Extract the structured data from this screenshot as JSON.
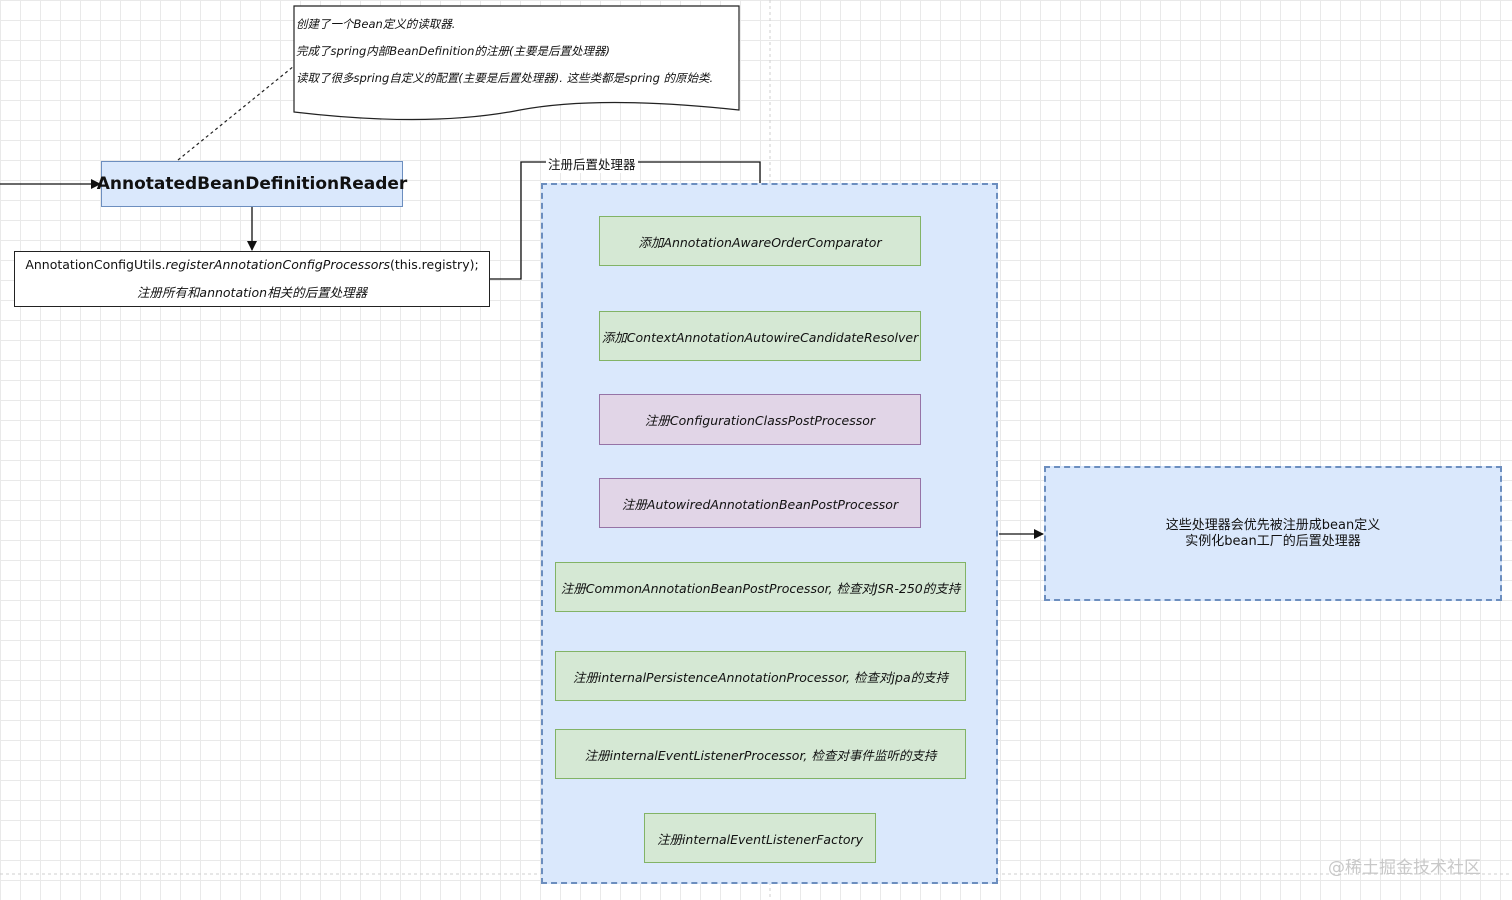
{
  "note": {
    "lines": [
      "创建了一个Bean定义的读取器.",
      "完成了spring内部BeanDefinition的注册(主要是后置处理器)",
      "读取了很多spring自定义的配置(主要是后置处理器). 这些类都是spring 的原始类."
    ]
  },
  "reader": {
    "label": "AnnotatedBeanDefinitionReader"
  },
  "utils": {
    "class_name": "AnnotationConfigUtils.",
    "method": "registerAnnotationConfigProcessors",
    "args": "(this.registry);",
    "caption": "注册所有和annotation相关的后置处理器"
  },
  "edge_label": "注册后置处理器",
  "steps": [
    "添加AnnotationAwareOrderComparator",
    "添加ContextAnnotationAutowireCandidateResolver",
    "注册ConfigurationClassPostProcessor",
    "注册AutowiredAnnotationBeanPostProcessor",
    "注册CommonAnnotationBeanPostProcessor, 检查对JSR-250的支持",
    "注册internalPersistenceAnnotationProcessor, 检查对jpa的支持",
    "注册internalEventListenerProcessor, 检查对事件监听的支持",
    "注册internalEventListenerFactory"
  ],
  "summary": {
    "line1": "这些处理器会优先被注册成bean定义",
    "line2": "实例化bean工厂的后置处理器"
  },
  "watermark": "@稀土掘金技术社区",
  "colors": {
    "blue_fill": "#dae8fc",
    "blue_stroke": "#6c8ebf",
    "green_fill": "#d5e8d4",
    "green_stroke": "#82b366",
    "purple_fill": "#e1d5e7",
    "purple_stroke": "#9673a6"
  }
}
